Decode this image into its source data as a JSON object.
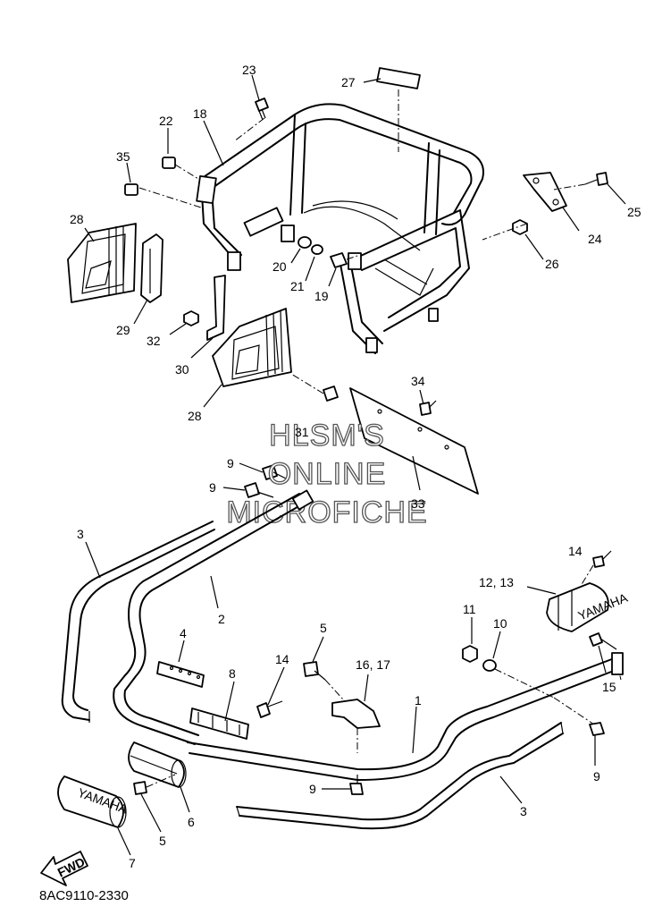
{
  "diagram": {
    "callouts": [
      {
        "key": "c23",
        "text": "23"
      },
      {
        "key": "c27",
        "text": "27"
      },
      {
        "key": "c18",
        "text": "18"
      },
      {
        "key": "c22",
        "text": "22"
      },
      {
        "key": "c35",
        "text": "35"
      },
      {
        "key": "c28a",
        "text": "28"
      },
      {
        "key": "c24",
        "text": "24"
      },
      {
        "key": "c25",
        "text": "25"
      },
      {
        "key": "c26",
        "text": "26"
      },
      {
        "key": "c20",
        "text": "20"
      },
      {
        "key": "c21",
        "text": "21"
      },
      {
        "key": "c19",
        "text": "19"
      },
      {
        "key": "c29",
        "text": "29"
      },
      {
        "key": "c32",
        "text": "32"
      },
      {
        "key": "c30",
        "text": "30"
      },
      {
        "key": "c28b",
        "text": "28"
      },
      {
        "key": "c34",
        "text": "34"
      },
      {
        "key": "c31",
        "text": "31"
      },
      {
        "key": "c9a",
        "text": "9"
      },
      {
        "key": "c9b",
        "text": "9"
      },
      {
        "key": "c33",
        "text": "33"
      },
      {
        "key": "c3a",
        "text": "3"
      },
      {
        "key": "c2",
        "text": "2"
      },
      {
        "key": "c14a",
        "text": "14"
      },
      {
        "key": "c1213",
        "text": "12, 13"
      },
      {
        "key": "c11",
        "text": "11"
      },
      {
        "key": "c10",
        "text": "10"
      },
      {
        "key": "c4",
        "text": "4"
      },
      {
        "key": "c5a",
        "text": "5"
      },
      {
        "key": "c14b",
        "text": "14"
      },
      {
        "key": "c1617",
        "text": "16, 17"
      },
      {
        "key": "c15",
        "text": "15"
      },
      {
        "key": "c8",
        "text": "8"
      },
      {
        "key": "c1",
        "text": "1"
      },
      {
        "key": "c9c",
        "text": "9"
      },
      {
        "key": "c9d",
        "text": "9"
      },
      {
        "key": "c6",
        "text": "6"
      },
      {
        "key": "c3b",
        "text": "3"
      },
      {
        "key": "c5b",
        "text": "5"
      },
      {
        "key": "c7",
        "text": "7"
      }
    ],
    "watermark": [
      "HLSM'S",
      "ONLINE",
      "MICROFICHE"
    ],
    "fwd_arrow_label": "FWD",
    "brand_mark": "YAMAHA",
    "diagram_code": "8AC9110-2330"
  }
}
